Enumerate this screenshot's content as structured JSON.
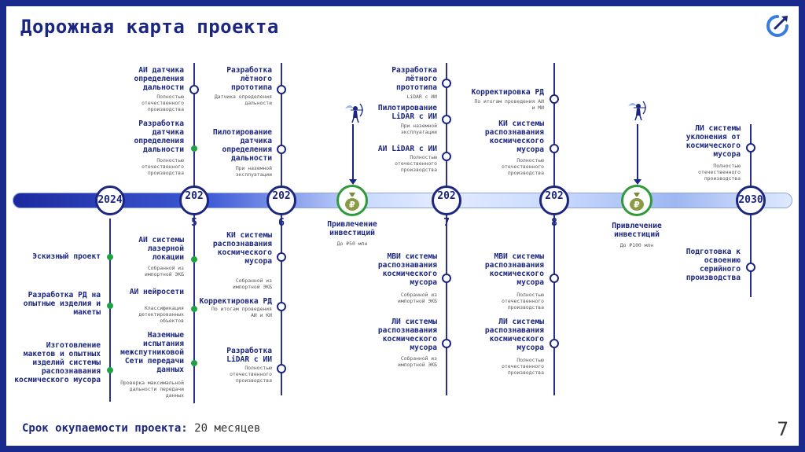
{
  "title": "Дорожная карта проекта",
  "payback": {
    "label": "Срок окупаемости проекта:",
    "value": "20 месяцев"
  },
  "page_number": "7",
  "colors": {
    "primary": "#1b2680",
    "accent_green": "#1fa342",
    "frame": "#1a2a8c"
  },
  "years": {
    "y2024": "2024",
    "y2025_main": "202",
    "y2025_tail": "5",
    "y2026_main": "202",
    "y2026_tail": "6",
    "y2027_main": "202",
    "y2027_tail": "7",
    "y2028_main": "202",
    "y2028_tail": "8",
    "y2030": "2030"
  },
  "investments": [
    {
      "label": "Привлечение инвестиций",
      "amount": "До ₽50 млн",
      "icon": "money-bag-icon"
    },
    {
      "label": "Привлечение инвестиций",
      "amount": "До ₽100 млн",
      "icon": "money-bag-icon"
    }
  ],
  "y2024_below": [
    {
      "label": "Эскизный проект"
    },
    {
      "label": "Разработка РД на опытные изделия и макеты"
    },
    {
      "label": "Изготовление макетов и опытных изделий системы распознавания космического мусора"
    }
  ],
  "y2025_above": [
    {
      "label": "АИ датчика определения дальности",
      "sub": "Полностью отечественного производства"
    },
    {
      "label": "Разработка датчика определения дальности",
      "sub": "Полностью отечественного производства"
    }
  ],
  "y2025_below": [
    {
      "label": "АИ системы лазерной локации",
      "sub": "Собранной из импортной ЭКБ"
    },
    {
      "label": "АИ нейросети",
      "sub": "Классификация детектированных объектов"
    },
    {
      "label": "Наземные испытания межспутниковой Сети передачи данных",
      "sub": "Проверка максимальной дальности передачи данных"
    }
  ],
  "y2026_above": [
    {
      "label": "Разработка лётного прототипа",
      "sub": "Датчика определения дальности"
    },
    {
      "label": "Пилотирование датчика определения дальности",
      "sub": "При наземной эксплуатации"
    }
  ],
  "y2026_below": [
    {
      "label": "КИ системы распознавания космического мусора",
      "sub": "Собранной из импортной ЭКБ"
    },
    {
      "label": "Корректировка РД",
      "sub": "По итогам проведения АИ и КИ"
    },
    {
      "label": "Разработка LiDAR с ИИ",
      "sub": "Полностью отечественного производства"
    }
  ],
  "y2027_above": [
    {
      "label": "Разработка лётного прототипа",
      "sub": "LiDAR с ИИ"
    },
    {
      "label": "Пилотирование LiDAR с ИИ",
      "sub": "При наземной эксплуатации"
    },
    {
      "label": "АИ LiDAR с ИИ",
      "sub": "Полностью отечественного производства"
    }
  ],
  "y2027_below": [
    {
      "label": "МВИ системы распознавания космического мусора",
      "sub": "Собранной из импортной ЭКБ"
    },
    {
      "label": "ЛИ системы распознавания космического мусора",
      "sub": "Собранной из импортной ЭКБ"
    }
  ],
  "y2028_above": [
    {
      "label": "Корректировка РД",
      "sub": "По итогам проведения АИ и МИ"
    },
    {
      "label": "КИ системы распознавания космического мусора",
      "sub": "Полностью отечественного производства"
    }
  ],
  "y2028_below": [
    {
      "label": "МВИ системы распознавания космического мусора",
      "sub": "Полностью отечественного производства"
    },
    {
      "label": "ЛИ системы распознавания космического мусора",
      "sub": "Полностью отечественного производства"
    }
  ],
  "y2030_above": [
    {
      "label": "ЛИ системы уклонения от космического мусора",
      "sub": "Полностью отечественного производства"
    }
  ],
  "y2030_below": [
    {
      "label": "Подготовка к освоению серийного производства"
    }
  ]
}
